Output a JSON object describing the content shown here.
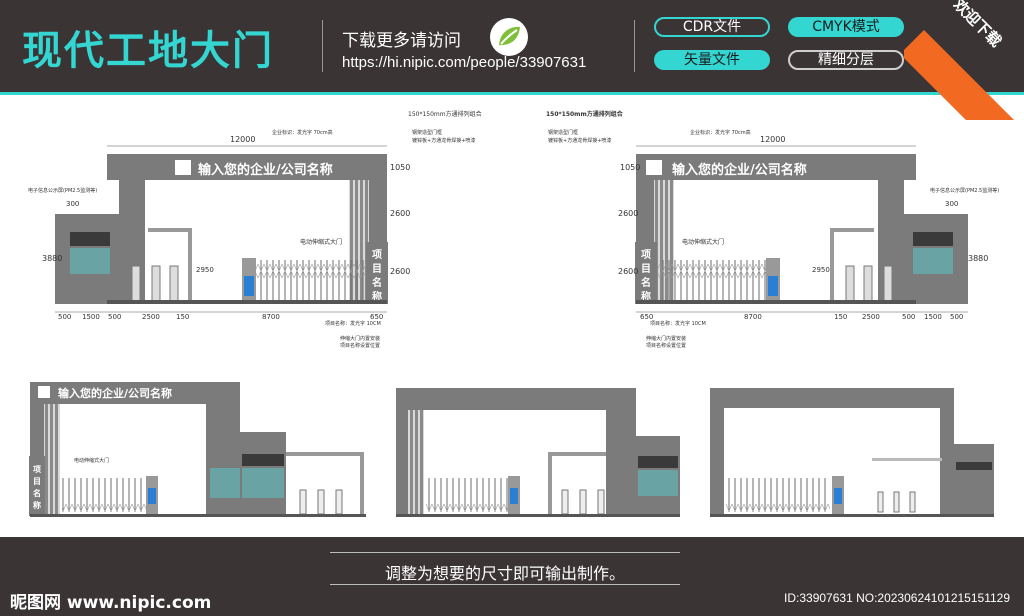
{
  "header": {
    "title": "现代工地大门",
    "download_text": "下载更多请访问",
    "url": "https://hi.nipic.com/people/33907631",
    "tags": [
      "CDR文件",
      "CMYK模式",
      "矢量文件",
      "精细分层"
    ],
    "corner_badge": "欢迎下载"
  },
  "drawing": {
    "company_placeholder": "输入您的企业/公司名称",
    "project_name_vertical": [
      "项",
      "目",
      "名",
      "称"
    ],
    "dims": {
      "total_width": "12000",
      "top_band": "1050",
      "mid_height": "2600",
      "lower_height": "2600",
      "booth_height": "3880",
      "booth_top": "300",
      "gate_clear": "2950",
      "bottom_dims_left": [
        "500",
        "1500",
        "500",
        "2500",
        "150",
        "8700",
        "650"
      ],
      "bottom_dims_right": [
        "650",
        "8700",
        "150",
        "2500",
        "500",
        "1500",
        "500"
      ]
    },
    "notes": {
      "pipe": "150*150mm方通排列组合",
      "steel_frame_1": "钢架造型门框",
      "steel_frame_2": "镀锌板+方通龙骨焊接+喷漆",
      "company_sign": "企业标识：发光字 70cm高",
      "screen": "电子信息公示屏(PM2.5监测等)",
      "electric_gate": "电动伸缩式大门",
      "project_sign": "项目名称：发光字 10CM",
      "gate_note_1": "伸缩大门内置安装",
      "gate_note_2": "项目名称设置位置"
    }
  },
  "footer": {
    "caption": "调整为想要的尺寸即可输出制作。",
    "brand": "昵图网 www.nipic.com",
    "id_line": "ID:33907631 NO:20230624101215151129"
  },
  "colors": {
    "header_bg": "#3a3435",
    "accent": "#34d6d2",
    "badge": "#f26a22",
    "structure": "#7b7b7b"
  }
}
